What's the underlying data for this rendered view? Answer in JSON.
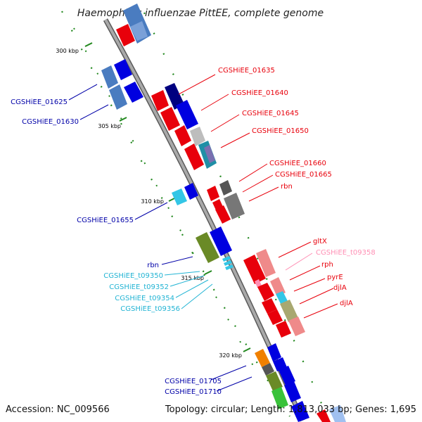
{
  "title": "Haemophilus influenzae PittEE, complete genome",
  "accession": "Accession: NC_009566",
  "summary": "Topology: circular; Length: 1,813,033 bp; Genes: 1,695",
  "ticks": [
    "300 kbp",
    "305 kbp",
    "310 kbp",
    "315 kbp",
    "320 kbp"
  ],
  "labels": {
    "right": [
      {
        "text": "CGSHiEE_01635",
        "color": "#e8000b"
      },
      {
        "text": "CGSHiEE_01640",
        "color": "#e8000b"
      },
      {
        "text": "CGSHiEE_01645",
        "color": "#e8000b"
      },
      {
        "text": "CGSHiEE_01650",
        "color": "#e8000b"
      },
      {
        "text": "CGSHiEE_01660",
        "color": "#e8000b"
      },
      {
        "text": "CGSHiEE_01665",
        "color": "#e8000b"
      },
      {
        "text": "rbn",
        "color": "#e8000b"
      },
      {
        "text": "gltX",
        "color": "#e8000b"
      },
      {
        "text": "CGSHiEE_t09358",
        "color": "#ff8fb4"
      },
      {
        "text": "rph",
        "color": "#e8000b"
      },
      {
        "text": "pyrE",
        "color": "#e8000b"
      },
      {
        "text": "djlA",
        "color": "#e8000b"
      },
      {
        "text": "djlA",
        "color": "#e8000b"
      }
    ],
    "left": [
      {
        "text": "CGSHiEE_01625",
        "color": "#0000a8"
      },
      {
        "text": "CGSHiEE_01630",
        "color": "#0000a8"
      },
      {
        "text": "CGSHiEE_01655",
        "color": "#0000a8"
      },
      {
        "text": "rbn",
        "color": "#0000a8"
      },
      {
        "text": "CGSHiEE_t09350",
        "color": "#22b4d4"
      },
      {
        "text": "CGSHiEE_t09352",
        "color": "#22b4d4"
      },
      {
        "text": "CGSHiEE_t09354",
        "color": "#22b4d4"
      },
      {
        "text": "CGSHiEE_t09356",
        "color": "#22b4d4"
      },
      {
        "text": "CGSHiEE_01705",
        "color": "#0000a8"
      },
      {
        "text": "CGSHiEE_01710",
        "color": "#0000a8"
      }
    ]
  },
  "colors": {
    "backbone": "#8c8c8c",
    "forward_cds": "#0000e0",
    "reverse_cds": "#e8000b",
    "trna": "#33c6e6",
    "tick_mark": "#22881e"
  }
}
